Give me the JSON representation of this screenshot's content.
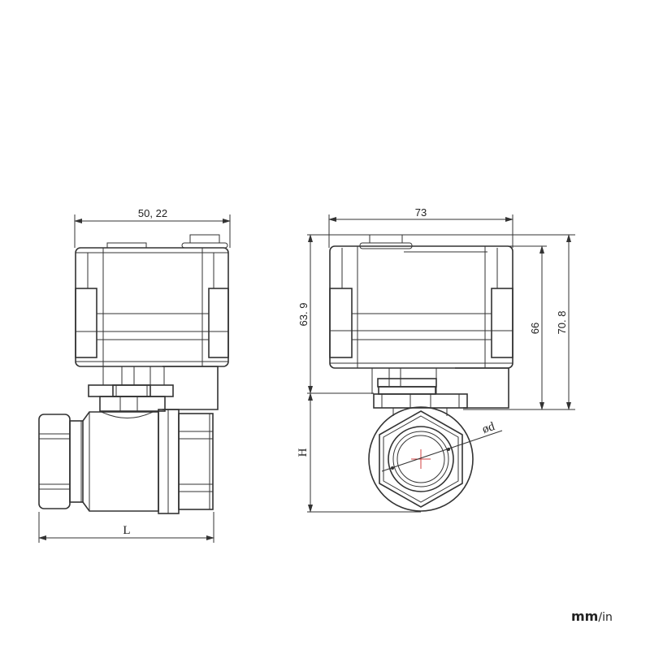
{
  "drawing": {
    "title": "Motorized ball valve dimension drawing",
    "views": [
      "front-view",
      "side-view"
    ],
    "dimensions": {
      "actuator_width": "50, 22",
      "actuator_depth": "73",
      "height_to_axis": "63. 9",
      "actuator_height": "66",
      "total_height": "70. 8",
      "body_length": "L",
      "pipe_height": "H",
      "bore_diameter": "ød"
    },
    "units": {
      "primary": "mm",
      "separator": "/",
      "secondary": "in"
    },
    "colors": {
      "line": "#333333",
      "centerline": "#d04040",
      "background": "#ffffff"
    }
  }
}
